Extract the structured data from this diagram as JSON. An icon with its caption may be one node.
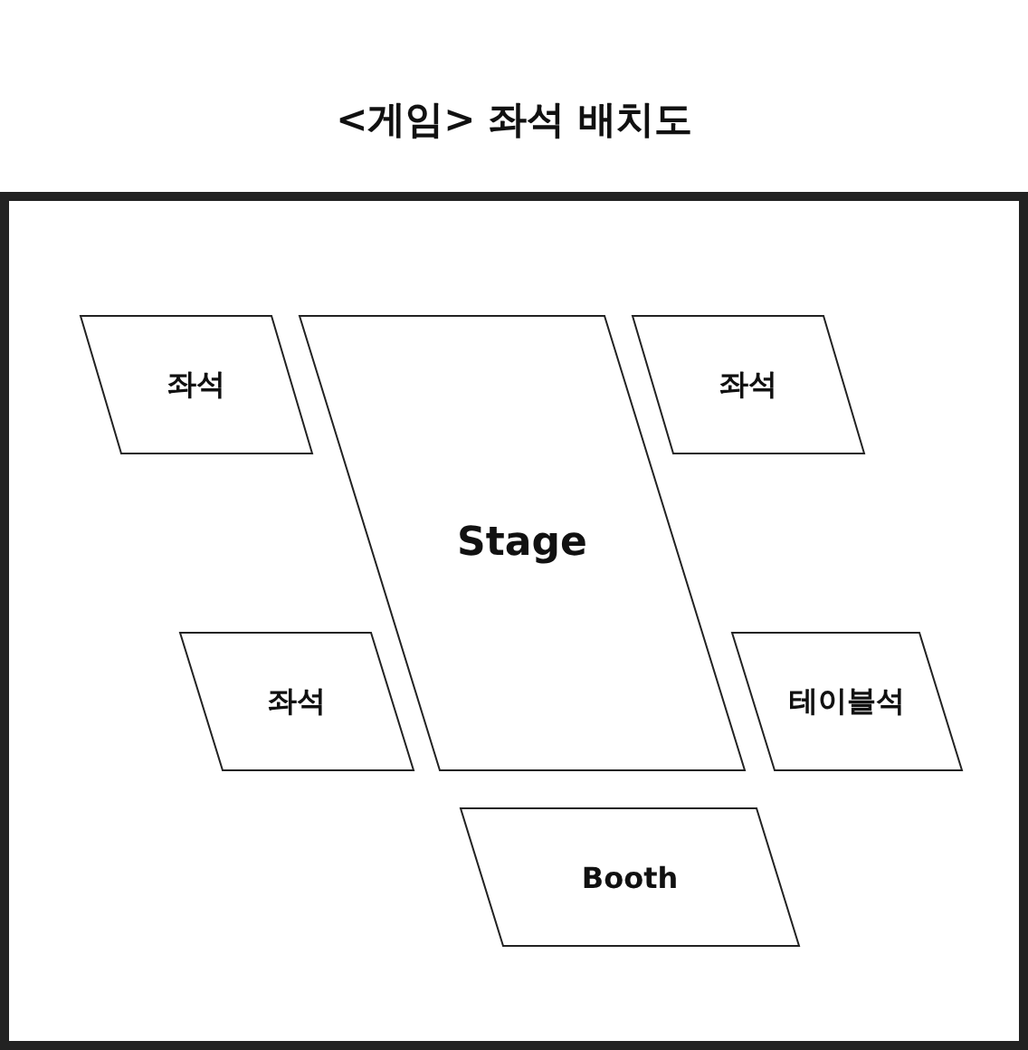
{
  "diagram": {
    "title": "<게임> 좌석 배치도",
    "nodes": [
      {
        "text": [
          "좌석"
        ]
      },
      {
        "text": [
          "Stage"
        ]
      },
      {
        "text": [
          "좌석"
        ]
      },
      {
        "text": [
          "좌석"
        ]
      },
      {
        "text": [
          "테이블석"
        ]
      },
      {
        "text": [
          "Booth"
        ]
      }
    ],
    "edges": []
  }
}
